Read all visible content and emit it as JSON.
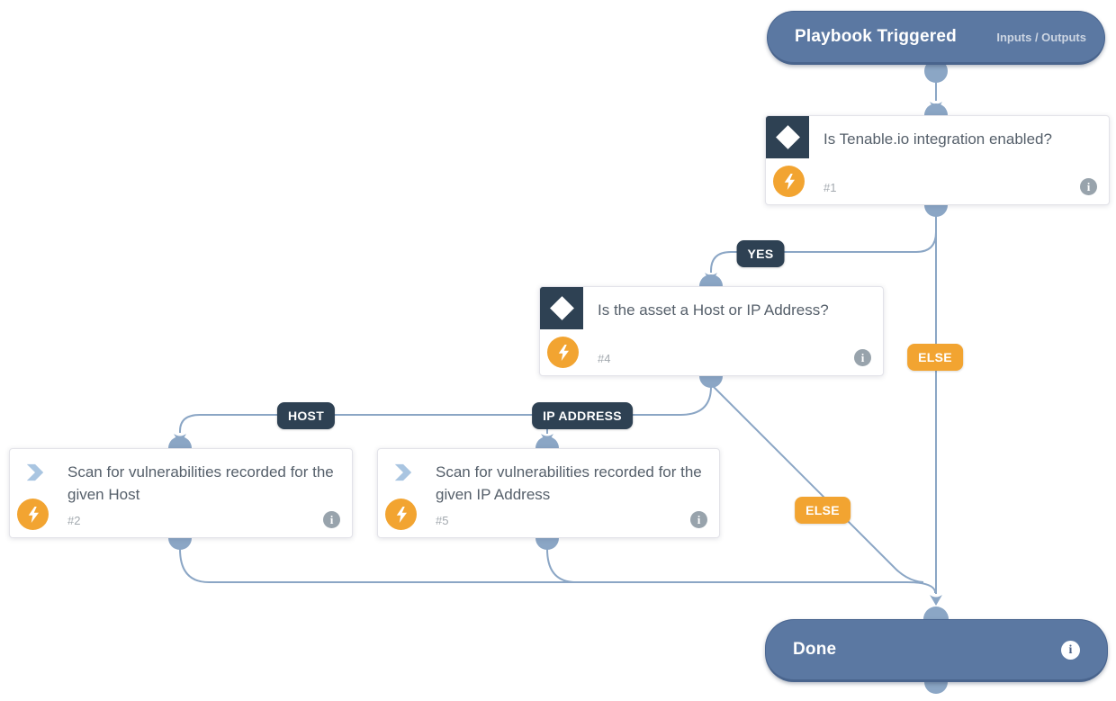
{
  "colors": {
    "pill_fill": "#5b78a2",
    "pill_border": "#4a6690",
    "connector": "#8ba6c5",
    "label_navy": "#2e4153",
    "label_orange": "#f2a431",
    "card_border": "#e3e3e9",
    "title_text": "#555f6a",
    "id_text": "#a3a9af"
  },
  "icons": {
    "condition": "diamond-icon",
    "task": "chevron-right-icon",
    "automation": "lightning-icon",
    "info": "info-icon",
    "info_glyph": "i"
  },
  "nodes": {
    "start": {
      "title": "Playbook Triggered",
      "io_label": "Inputs / Outputs"
    },
    "cond1": {
      "title": "Is Tenable.io integration enabled?",
      "id": "#1"
    },
    "cond4": {
      "title": "Is the asset a Host or IP Address?",
      "id": "#4"
    },
    "task2": {
      "title": "Scan for vulnerabilities recorded for the given Host",
      "id": "#2"
    },
    "task5": {
      "title": "Scan for vulnerabilities recorded for the given IP Address",
      "id": "#5"
    },
    "done": {
      "title": "Done"
    }
  },
  "edge_labels": {
    "yes": "YES",
    "else_top": "ELSE",
    "host": "HOST",
    "ip_address": "IP ADDRESS",
    "else_mid": "ELSE"
  }
}
